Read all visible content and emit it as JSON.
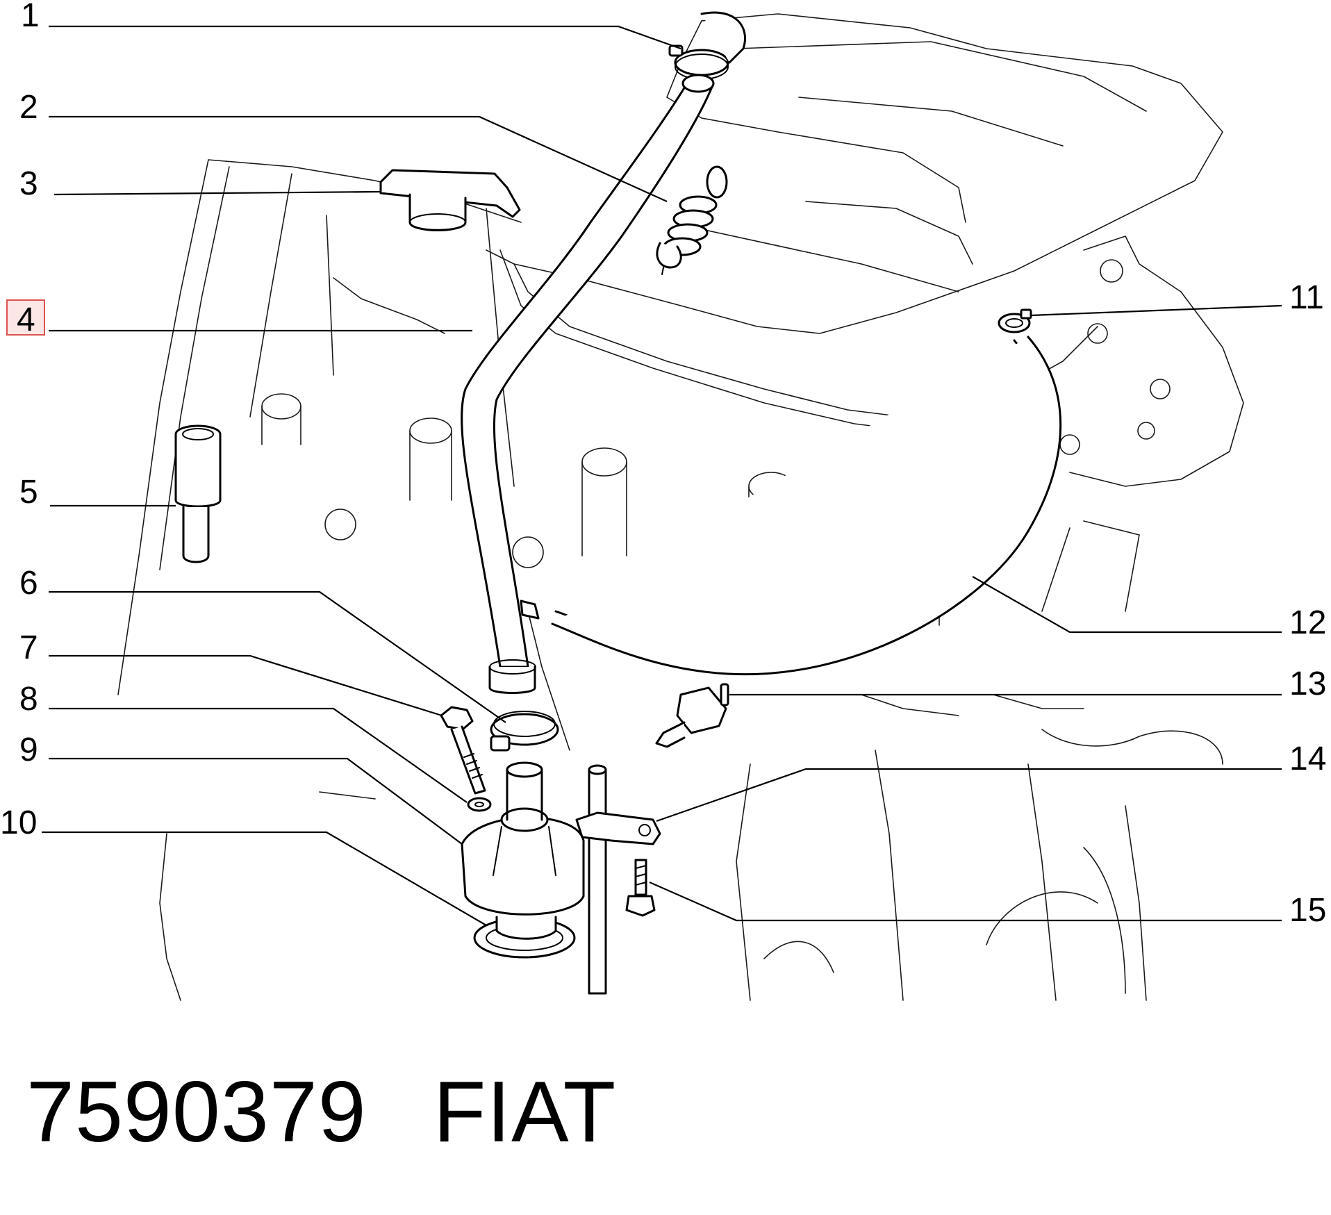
{
  "callouts": [
    {
      "num": "1"
    },
    {
      "num": "2"
    },
    {
      "num": "3"
    },
    {
      "num": "4",
      "highlighted": true
    },
    {
      "num": "5"
    },
    {
      "num": "6"
    },
    {
      "num": "7"
    },
    {
      "num": "8"
    },
    {
      "num": "9"
    },
    {
      "num": "10"
    },
    {
      "num": "11"
    },
    {
      "num": "12"
    },
    {
      "num": "13"
    },
    {
      "num": "14"
    },
    {
      "num": "15"
    }
  ],
  "footer": {
    "part_number": "7590379",
    "brand": "FIAT"
  },
  "colors": {
    "line": "#000000",
    "highlight_fill": "#fde6e6",
    "highlight_border": "#d9534f"
  }
}
